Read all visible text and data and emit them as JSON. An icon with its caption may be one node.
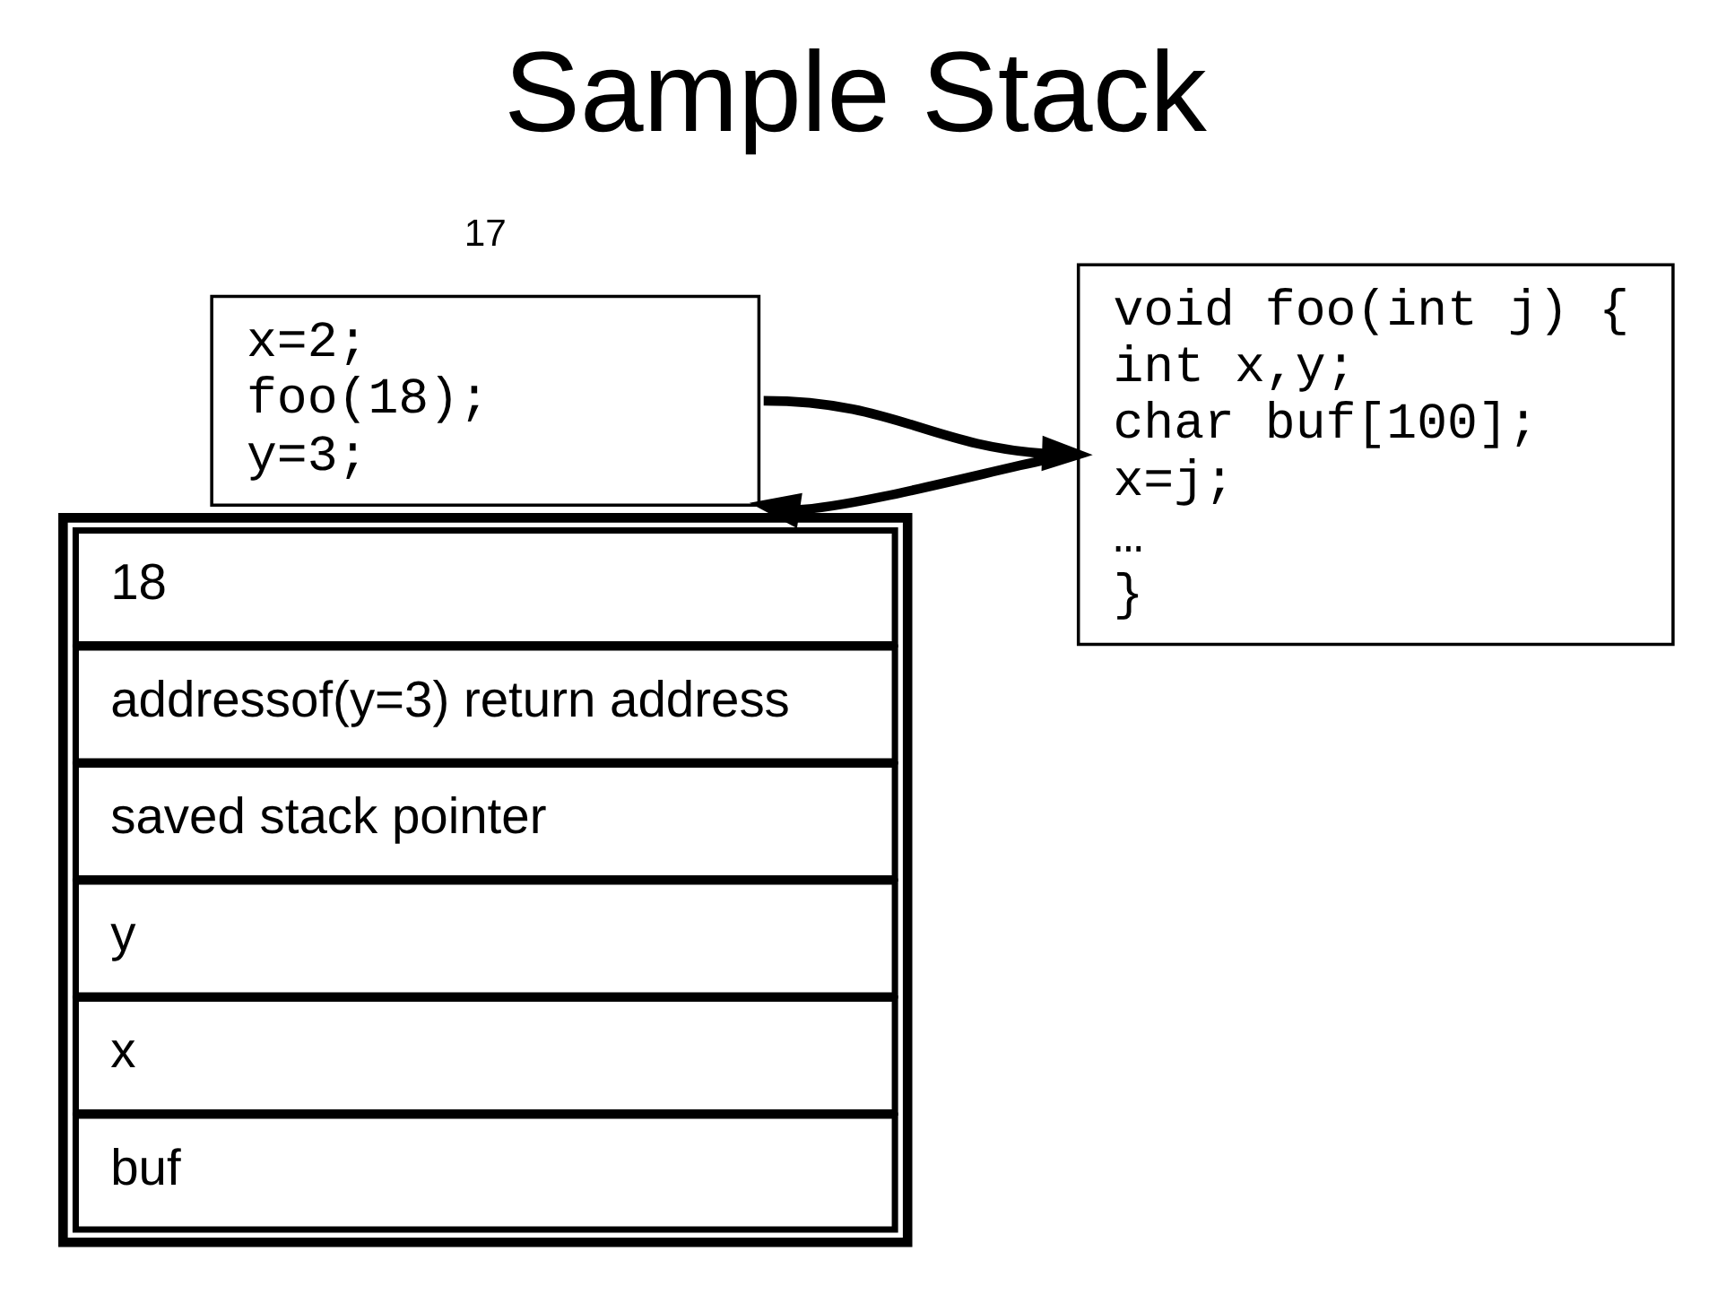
{
  "diagram": {
    "title": "Sample Stack",
    "nodes": [
      {
        "text": [],
        "shape": "box"
      },
      {
        "text": [
          "18"
        ],
        "in": 0
      },
      {
        "text": [
          "addressof(y=3) return address"
        ],
        "in": 0
      },
      {
        "text": [
          "saved stack pointer"
        ],
        "in": 0
      },
      {
        "text": [
          "y"
        ],
        "in": 0
      },
      {
        "text": [
          "x"
        ],
        "in": 0
      },
      {
        "text": [
          "buf"
        ],
        "in": 0
      },
      {
        "text": [
          "x=2;",
          "foo(18);",
          "y=3;"
        ]
      },
      {
        "text": [
          "void foo(int j) {",
          "int x,y;",
          "char buf[100];",
          "x=j;",
          "…",
          "}"
        ]
      }
    ],
    "edges": [
      {
        "from": 7,
        "to": 8,
        "arrow": "to"
      },
      {
        "from": 8,
        "to": 7,
        "arrow": "to"
      }
    ],
    "labels": [
      "17"
    ]
  }
}
